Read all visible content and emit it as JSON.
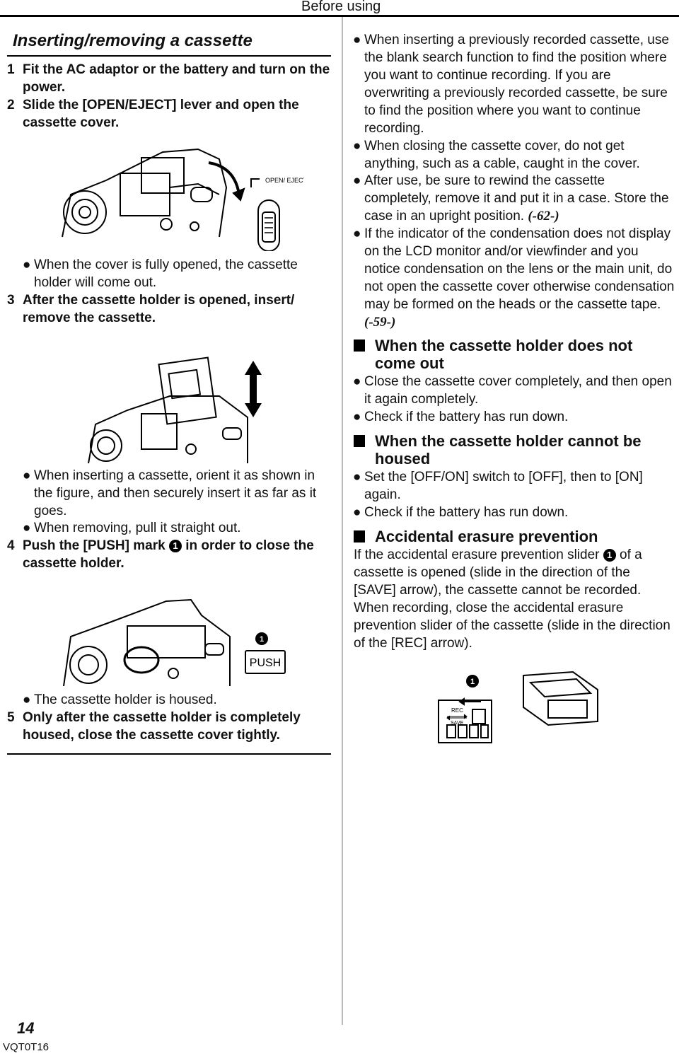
{
  "header": {
    "section": "Before using"
  },
  "left": {
    "title": "Inserting/removing a cassette",
    "steps": [
      {
        "num": "1",
        "text": "Fit the AC adaptor or the battery and turn on the power."
      },
      {
        "num": "2",
        "text": "Slide the [OPEN/EJECT] lever and open the cassette cover."
      },
      {
        "num": "3",
        "text": "After the cassette holder is opened, insert/ remove the cassette."
      },
      {
        "num": "4",
        "text_a": "Push the [PUSH] mark ",
        "marker": "1",
        "text_b": " in order to close the cassette holder."
      },
      {
        "num": "5",
        "text": "Only after the cassette holder is completely housed, close the cassette cover tightly."
      }
    ],
    "bullets": {
      "cover_opened": "When the cover is fully opened, the cassette holder will come out.",
      "orient": "When inserting a cassette, orient it as shown in the figure, and then securely insert it as far as it goes.",
      "removing": "When removing, pull it straight out.",
      "housed": "The cassette holder is housed."
    },
    "figures": {
      "lever_label": "OPEN/ EJECT",
      "push_label": "PUSH",
      "marker": "1"
    }
  },
  "right": {
    "bullets": [
      "When inserting a previously recorded cassette, use the blank search function to find the position where you want to continue recording. If you are overwriting a previously recorded cassette, be sure to find the position where you want to continue recording.",
      "When closing the cassette cover, do not get anything, such as a cable, caught in the cover.",
      "If the indicator of the condensation does not display on the LCD monitor and/or viewfinder and you notice condensation on the lens or the main unit, do not open the cassette cover otherwise condensation may be formed on the heads or the cassette tape."
    ],
    "after_use": {
      "text": "After use, be sure to rewind the cassette completely, remove it and put it in a case. Store the case in an upright position.",
      "ref": "(-62-)"
    },
    "condensation_ref": "(-59-)",
    "sections": [
      {
        "heading": "When the cassette holder does not come out",
        "bullets": [
          "Close the cassette cover completely, and then open it again completely.",
          "Check if the battery has run down."
        ]
      },
      {
        "heading": "When the cassette holder cannot be housed",
        "bullets": [
          "Set the [OFF/ON] switch to [OFF], then to [ON] again.",
          "Check if the battery has run down."
        ]
      }
    ],
    "erasure": {
      "heading": "Accidental erasure prevention",
      "text_a": "If the accidental erasure prevention slider ",
      "marker": "1",
      "text_b": " of a cassette is opened (slide in the direction of the [SAVE] arrow), the cassette cannot be recorded. When recording, close the accidental erasure prevention slider of the cassette (slide in the direction of the [REC] arrow).",
      "fig_rec": "REC",
      "fig_save": "SAVE",
      "fig_marker": "1"
    }
  },
  "footer": {
    "page": "14",
    "code": "VQT0T16"
  },
  "bullet_glyph": "●"
}
